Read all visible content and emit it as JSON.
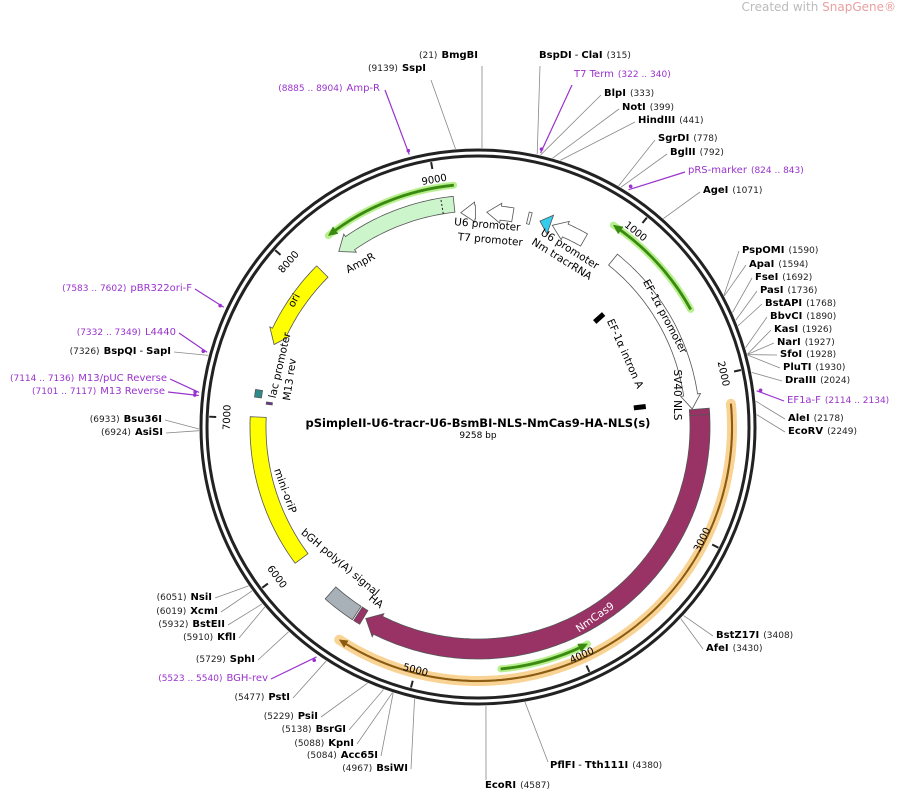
{
  "logo": {
    "prefix": "Created with ",
    "brand": "SnapGene®"
  },
  "plasmid": {
    "name": "pSimpleII-U6-tracr-U6-BsmBI-NLS-NmCas9-HA-NLS(s)",
    "size_label": "9258 bp",
    "length_bp": 9258
  },
  "ticks": [
    "1000",
    "2000",
    "3000",
    "4000",
    "5000",
    "6000",
    "7000",
    "8000",
    "9000"
  ],
  "features": [
    {
      "name": "AmpR",
      "start": 8270,
      "end": 9100,
      "dir": -1,
      "color": "#ccf5cc"
    },
    {
      "name": "ori",
      "start": 7510,
      "end": 8100,
      "dir": -1,
      "color": "#ffff00"
    },
    {
      "name": "mini-oriP",
      "start": 6000,
      "end": 7010,
      "dir": 0,
      "color": "#ffff00"
    },
    {
      "name": "lac promoter",
      "start": 7140,
      "end": 7190,
      "dir": 0,
      "color": "#2e8b8b"
    },
    {
      "name": "M13 rev",
      "start": 7101,
      "end": 7117,
      "dir": 0,
      "color": "#7030a0"
    },
    {
      "name": "bGH poly(A) signal",
      "start": 5480,
      "end": 5700,
      "dir": 0,
      "color": "#a8b0b8"
    },
    {
      "name": "HA",
      "start": 5425,
      "end": 5470,
      "dir": 0,
      "color": "#993366"
    },
    {
      "name": "NmCas9",
      "start": 2235,
      "end": 5410,
      "dir": 1,
      "color": "#993366"
    },
    {
      "name": "SV40 NLS",
      "start": 2195,
      "end": 2235,
      "dir": 0,
      "color": "#993366"
    },
    {
      "name": "EF-1α promoter",
      "start": 1000,
      "end": 2190,
      "dir": 1,
      "color": "#ffffff"
    },
    {
      "name": "U6 promoter",
      "start": 520,
      "end": 760,
      "dir": -1,
      "color": "#ffffff"
    },
    {
      "name": "Nm tracrRNA",
      "start": 430,
      "end": 505,
      "dir": -1,
      "color": "#33ccee"
    },
    {
      "name": "T7 promoter",
      "start": 345,
      "end": 365,
      "dir": 0,
      "color": "#ffffff"
    },
    {
      "name": "U6 promoter",
      "start": 60,
      "end": 240,
      "dir": -1,
      "color": "#ffffff"
    },
    {
      "name": "U6 promoter",
      "start": 9140,
      "end": 9240,
      "dir": -1,
      "color": "#ffffff"
    }
  ],
  "feature_labels": [
    "U6 promoter",
    "T7 promoter",
    "U6 promoter",
    "Nm tracrRNA",
    "EF-1α promoter",
    "EF-1α intron A",
    "SV40 NLS",
    "NmCas9",
    "HA",
    "bGH poly(A) signal",
    "mini-oriP",
    "M13 rev",
    "lac promoter",
    "ori",
    "AmpR"
  ],
  "intron": {
    "name": "EF-1α intron A",
    "start": 1235,
    "end": 2135
  },
  "orfs": [
    {
      "start": 8280,
      "end": 9110,
      "dir": -1
    },
    {
      "start": 870,
      "end": 1570,
      "dir": -1
    },
    {
      "start": 3940,
      "end": 4490,
      "dir": -1
    }
  ],
  "highlight": {
    "start": 2180,
    "end": 5480,
    "dir": 1,
    "color": "#f8c878",
    "line": "#8a5a10"
  },
  "colors": {
    "ring": "#222222",
    "primer": "#9933cc",
    "orf": "#3a8a10",
    "orf_glow": "#b8f090"
  },
  "sites": [
    {
      "type": "enzyme",
      "pos": "(21)",
      "name": "BmgBI",
      "bp": 21
    },
    {
      "type": "enzyme",
      "pos": "(9139)",
      "name": "SspI",
      "bp": 9139
    },
    {
      "type": "primer",
      "pos": "(8885 .. 8904)",
      "name": "Amp-R",
      "bp": 8894
    },
    {
      "type": "enzyme",
      "pos": "(315)",
      "name": "BspDI",
      "name2": "ClaI",
      "bp": 315
    },
    {
      "type": "primer",
      "pos": "(322 .. 340)",
      "name": "T7 Term",
      "bp": 331
    },
    {
      "type": "enzyme",
      "pos": "(333)",
      "name": "BlpI",
      "bp": 333
    },
    {
      "type": "enzyme",
      "pos": "(399)",
      "name": "NotI",
      "bp": 399
    },
    {
      "type": "enzyme",
      "pos": "(441)",
      "name": "HindIII",
      "bp": 441
    },
    {
      "type": "enzyme",
      "pos": "(778)",
      "name": "SgrDI",
      "bp": 778
    },
    {
      "type": "enzyme",
      "pos": "(792)",
      "name": "BglII",
      "bp": 792
    },
    {
      "type": "primer",
      "pos": "(824 .. 843)",
      "name": "pRS-marker",
      "bp": 833
    },
    {
      "type": "enzyme",
      "pos": "(1071)",
      "name": "AgeI",
      "bp": 1071
    },
    {
      "type": "enzyme",
      "pos": "(1590)",
      "name": "PspOMI",
      "bp": 1590
    },
    {
      "type": "enzyme",
      "pos": "(1594)",
      "name": "ApaI",
      "bp": 1594
    },
    {
      "type": "enzyme",
      "pos": "(1692)",
      "name": "FseI",
      "bp": 1692
    },
    {
      "type": "enzyme",
      "pos": "(1736)",
      "name": "PasI",
      "bp": 1736
    },
    {
      "type": "enzyme",
      "pos": "(1768)",
      "name": "BstAPI",
      "bp": 1768
    },
    {
      "type": "enzyme",
      "pos": "(1890)",
      "name": "BbvCI",
      "bp": 1890
    },
    {
      "type": "enzyme",
      "pos": "(1926)",
      "name": "KasI",
      "bp": 1926
    },
    {
      "type": "enzyme",
      "pos": "(1927)",
      "name": "NarI",
      "bp": 1927
    },
    {
      "type": "enzyme",
      "pos": "(1928)",
      "name": "SfoI",
      "bp": 1928
    },
    {
      "type": "enzyme",
      "pos": "(1930)",
      "name": "PluTI",
      "bp": 1930
    },
    {
      "type": "enzyme",
      "pos": "(2024)",
      "name": "DraIII",
      "bp": 2024
    },
    {
      "type": "primer",
      "pos": "(2114 .. 2134)",
      "name": "EF1a-F",
      "bp": 2124
    },
    {
      "type": "enzyme",
      "pos": "(2178)",
      "name": "AleI",
      "bp": 2178
    },
    {
      "type": "enzyme",
      "pos": "(2249)",
      "name": "EcoRV",
      "bp": 2249
    },
    {
      "type": "enzyme",
      "pos": "(3408)",
      "name": "BstZ17I",
      "bp": 3408
    },
    {
      "type": "enzyme",
      "pos": "(3430)",
      "name": "AfeI",
      "bp": 3430
    },
    {
      "type": "enzyme",
      "pos": "(4380)",
      "name": "PflFI",
      "name2": "Tth111I",
      "bp": 4380
    },
    {
      "type": "enzyme",
      "pos": "(4587)",
      "name": "EcoRI",
      "bp": 4587
    },
    {
      "type": "enzyme",
      "pos": "(4967)",
      "name": "BsiWI",
      "bp": 4967
    },
    {
      "type": "enzyme",
      "pos": "(5084)",
      "name": "Acc65I",
      "bp": 5084
    },
    {
      "type": "enzyme",
      "pos": "(5088)",
      "name": "KpnI",
      "bp": 5088
    },
    {
      "type": "enzyme",
      "pos": "(5138)",
      "name": "BsrGI",
      "bp": 5138
    },
    {
      "type": "enzyme",
      "pos": "(5229)",
      "name": "PsiI",
      "bp": 5229
    },
    {
      "type": "enzyme",
      "pos": "(5477)",
      "name": "PstI",
      "bp": 5477
    },
    {
      "type": "primer",
      "pos": "(5523 .. 5540)",
      "name": "BGH-rev",
      "bp": 5531
    },
    {
      "type": "enzyme",
      "pos": "(5729)",
      "name": "SphI",
      "bp": 5729
    },
    {
      "type": "enzyme",
      "pos": "(5910)",
      "name": "KflI",
      "bp": 5910
    },
    {
      "type": "enzyme",
      "pos": "(5932)",
      "name": "BstEII",
      "bp": 5932
    },
    {
      "type": "enzyme",
      "pos": "(6019)",
      "name": "XcmI",
      "bp": 6019
    },
    {
      "type": "enzyme",
      "pos": "(6051)",
      "name": "NsiI",
      "bp": 6051
    },
    {
      "type": "enzyme",
      "pos": "(6924)",
      "name": "AsiSI",
      "bp": 6924
    },
    {
      "type": "enzyme",
      "pos": "(6933)",
      "name": "Bsu36I",
      "bp": 6933
    },
    {
      "type": "primer",
      "pos": "(7101 .. 7117)",
      "name": "M13 Reverse",
      "bp": 7109
    },
    {
      "type": "primer",
      "pos": "(7114 .. 7136)",
      "name": "M13/pUC Reverse",
      "bp": 7125
    },
    {
      "type": "enzyme",
      "pos": "(7326)",
      "name": "BspQI",
      "name2": "SapI",
      "bp": 7326
    },
    {
      "type": "primer",
      "pos": "(7332 .. 7349)",
      "name": "L4440",
      "bp": 7340
    },
    {
      "type": "primer",
      "pos": "(7583 .. 7602)",
      "name": "pBR322ori-F",
      "bp": 7592
    }
  ]
}
